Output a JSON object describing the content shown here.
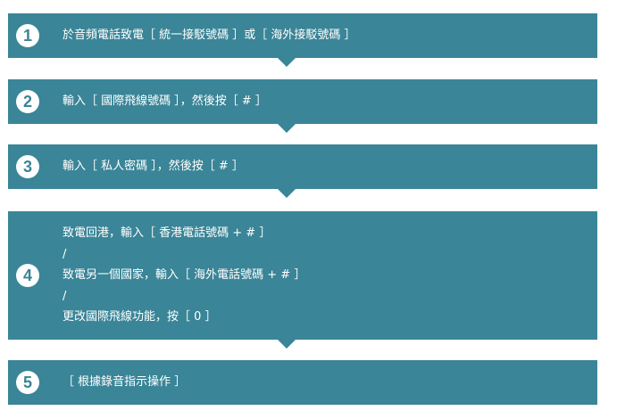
{
  "steps": [
    {
      "number": "1",
      "lines": [
        "於音頻電話致電［ 統一接駁號碼 ］或［ 海外接駁號碼 ］"
      ]
    },
    {
      "number": "2",
      "lines": [
        "輸入［ 國際飛線號碼 ］，然後按［ # ］"
      ]
    },
    {
      "number": "3",
      "lines": [
        "輸入［ 私人密碼 ］，然後按［ # ］"
      ]
    },
    {
      "number": "4",
      "lines": [
        "致電回港，輸入［ 香港電話號碼 + # ］",
        "/",
        "致電另一個國家，輸入［ 海外電話號碼 + # ］",
        "/",
        "更改國際飛線功能，按［ 0 ］"
      ]
    },
    {
      "number": "5",
      "lines": [
        "［ 根據錄音指示操作 ］"
      ]
    }
  ],
  "colors": {
    "accent": "#3a8597"
  }
}
